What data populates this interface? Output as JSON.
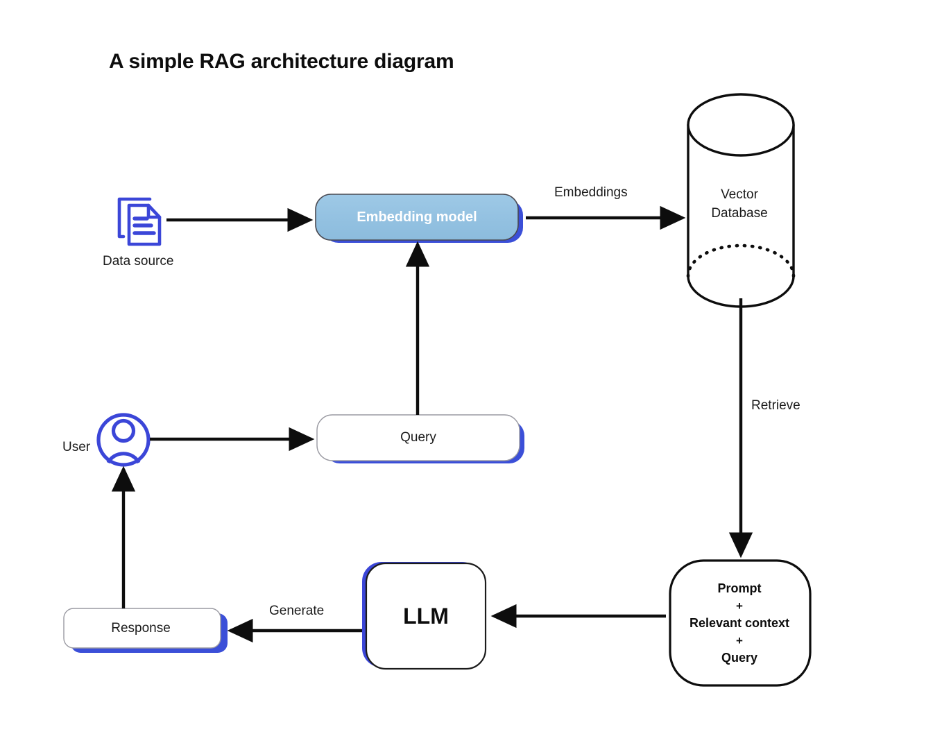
{
  "title": "A simple RAG architecture diagram",
  "colors": {
    "accent_blue": "#3b46d8",
    "shadow_blue": "#3b4fd8",
    "embedding_fill": "#92c3e2",
    "box_border": "#404040",
    "arrow": "#0d0d0d",
    "text": "#1b1b1b",
    "background": "#ffffff"
  },
  "nodes": {
    "data_source": {
      "label": "Data source",
      "icon": "document-icon"
    },
    "embedding_model": {
      "label": "Embedding model"
    },
    "vector_database": {
      "label_line1": "Vector",
      "label_line2": "Database",
      "shape": "cylinder"
    },
    "user": {
      "label": "User",
      "icon": "user-avatar-icon"
    },
    "query": {
      "label": "Query"
    },
    "llm": {
      "label": "LLM"
    },
    "prompt_bundle": {
      "line1": "Prompt",
      "plus1": "+",
      "line2": "Relevant context",
      "plus2": "+",
      "line3": "Query"
    },
    "response": {
      "label": "Response"
    }
  },
  "edges": {
    "data_to_embedding": {
      "label": ""
    },
    "embedding_to_vectordb": {
      "label": "Embeddings"
    },
    "vectordb_to_prompt": {
      "label": "Retrieve"
    },
    "llm_to_response": {
      "label": "Generate"
    },
    "user_to_query": {
      "label": ""
    },
    "query_to_embedding": {
      "label": ""
    },
    "prompt_to_llm": {
      "label": ""
    },
    "response_to_user": {
      "label": ""
    }
  }
}
